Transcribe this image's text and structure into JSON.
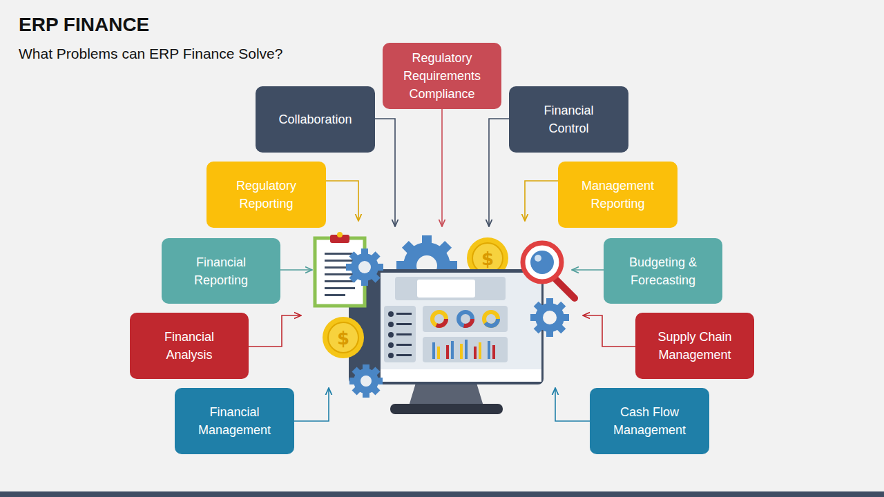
{
  "diagram": {
    "title": "ERP FINANCE",
    "nodes": [
      {
        "text": [
          "Regulatory Requirements Compliance"
        ]
      },
      {
        "text": [
          "Collaboration"
        ]
      },
      {
        "text": [
          "Financial Control"
        ]
      },
      {
        "text": [
          "Regulatory Reporting"
        ]
      },
      {
        "text": [
          "Management Reporting"
        ]
      },
      {
        "text": [
          "Financial Reporting"
        ]
      },
      {
        "text": [
          "Budgeting & Forecasting"
        ]
      },
      {
        "text": [
          "Financial Analysis"
        ]
      },
      {
        "text": [
          "Supply Chain Management"
        ]
      },
      {
        "text": [
          "Financial Management"
        ]
      },
      {
        "text": [
          "Cash Flow Management"
        ]
      }
    ],
    "labels": [
      "What Problems can ERP Finance Solve?"
    ]
  }
}
